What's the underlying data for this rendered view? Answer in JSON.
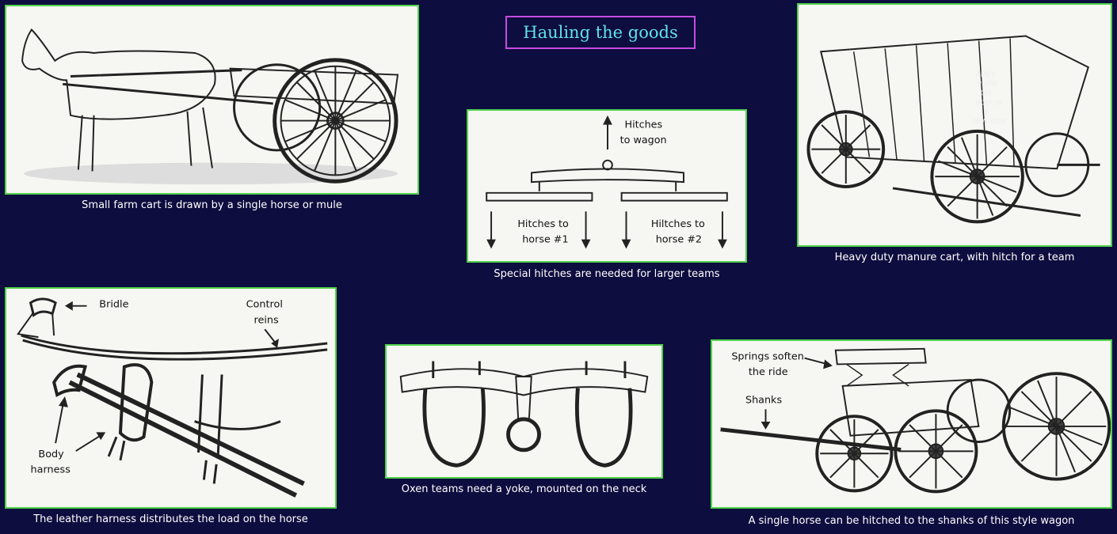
{
  "title": "Hauling the goods",
  "panels": {
    "farm_cart": {
      "caption": "Small farm cart is drawn by a single horse or mule"
    },
    "hitches": {
      "caption": "Special hitches are needed for larger teams",
      "labels": {
        "wagon_line1": "Hitches",
        "wagon_line2": "to wagon",
        "horse1_line1": "Hitches to",
        "horse1_line2": "horse #1",
        "horse2_line1": "Hiltches to",
        "horse2_line2": "horse #2"
      }
    },
    "manure_cart": {
      "caption": "Heavy duty manure cart, with hitch for a team",
      "markings": [
        "AMES",
        "PLOW",
        "CO.",
        "BOSTON",
        "&",
        "NEW YORK"
      ]
    },
    "harness": {
      "caption": "The leather harness distributes the load on the horse",
      "labels": {
        "bridle": "Bridle",
        "control_line1": "Control",
        "control_line2": "reins",
        "body_line1": "Body",
        "body_line2": "harness"
      }
    },
    "yoke": {
      "caption": "Oxen teams need a yoke, mounted on the neck"
    },
    "wagon": {
      "caption": "A single horse can be hitched to the shanks of this style wagon",
      "labels": {
        "springs_line1": "Springs soften",
        "springs_line2": "the ride",
        "shanks": "Shanks"
      }
    }
  }
}
